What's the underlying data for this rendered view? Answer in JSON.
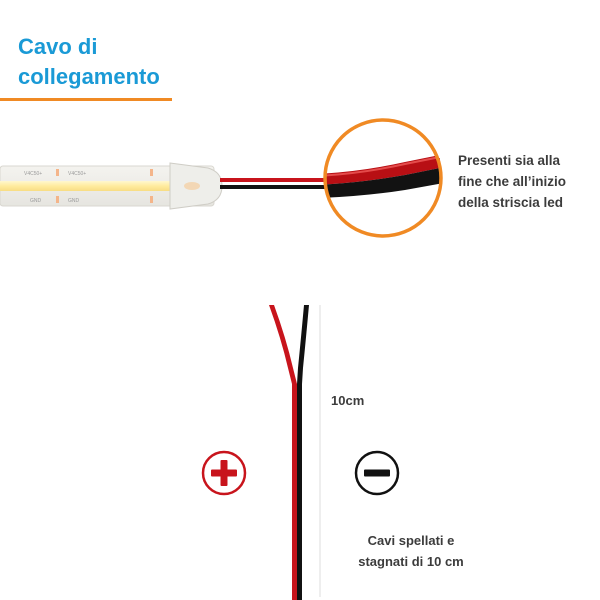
{
  "header": {
    "title": "Cavo di\ncollegamento"
  },
  "strip": {
    "pcb_labels": [
      "V4C50+",
      "V4C50+",
      "GND",
      "GND"
    ]
  },
  "callout": {
    "text": "Presenti sia alla\nfine che all’inizio\ndella striscia led"
  },
  "wire": {
    "length_label": "10cm",
    "positive_symbol": "plus-icon",
    "negative_symbol": "minus-icon",
    "note": "Cavi spellati e\nstagnati di 10 cm"
  },
  "colors": {
    "accent_blue": "#1a9ad6",
    "accent_orange": "#f08a24",
    "wire_red": "#c8141c",
    "wire_black": "#111111",
    "text_gray": "#3c3c3c"
  }
}
